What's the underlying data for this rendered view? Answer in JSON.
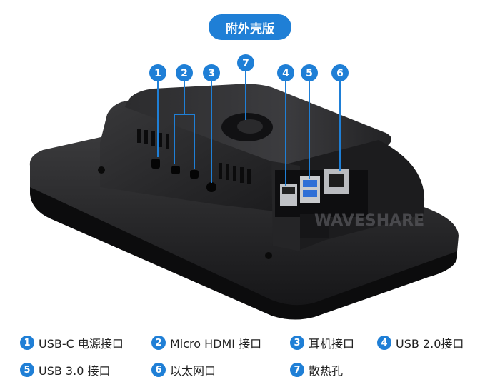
{
  "title": "附外壳版",
  "brand_color": "#1f7fd6",
  "watermark": "WAVESHARE",
  "callouts": [
    "1",
    "2",
    "3",
    "7",
    "4",
    "5",
    "6"
  ],
  "legend": [
    {
      "num": "1",
      "label": "USB-C 电源接口"
    },
    {
      "num": "2",
      "label": "Micro HDMI 接口"
    },
    {
      "num": "3",
      "label": "耳机接口"
    },
    {
      "num": "4",
      "label": "USB 2.0接口"
    },
    {
      "num": "5",
      "label": "USB 3.0 接口"
    },
    {
      "num": "6",
      "label": "以太网口"
    },
    {
      "num": "7",
      "label": "散热孔"
    }
  ]
}
